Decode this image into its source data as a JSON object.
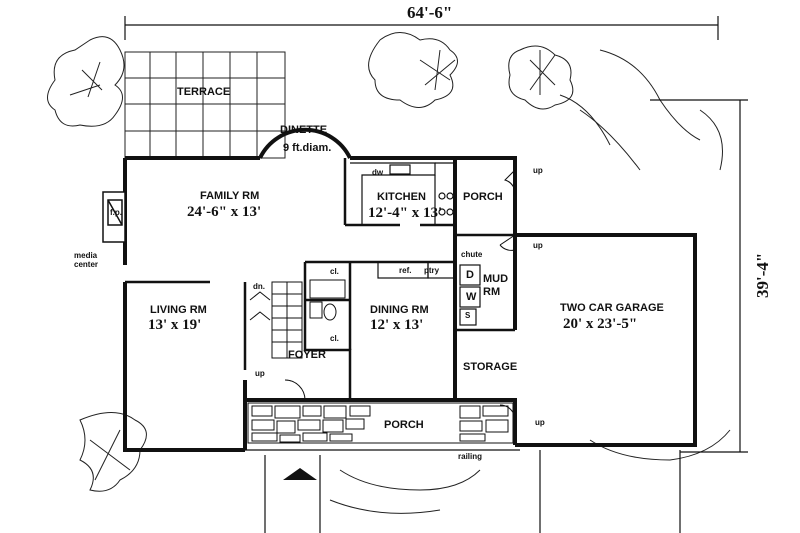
{
  "overall": {
    "width_label": "64'-6\"",
    "depth_label": "39'-4\""
  },
  "rooms": {
    "terrace": "TERRACE",
    "dinette": "DINETTE",
    "dinette_size": "9 ft.diam.",
    "family_rm": "FAMILY RM",
    "family_size": "24'-6\" x 13'",
    "kitchen": "KITCHEN",
    "kitchen_size": "12'-4\" x 13'",
    "porch_upper": "PORCH",
    "living_rm": "LIVING RM",
    "living_size": "13' x 19'",
    "dining_rm": "DINING RM",
    "dining_size": "12' x 13'",
    "foyer": "FOYER",
    "mud_rm": "MUD RM",
    "storage": "STORAGE",
    "garage": "TWO CAR GARAGE",
    "garage_size": "20' x 23'-5\"",
    "porch_front": "PORCH"
  },
  "labels": {
    "fp": "f.p.",
    "media_center": "media center",
    "dw": "dw",
    "cl_upper": "cl.",
    "cl_lower": "cl.",
    "ref": "ref.",
    "ptry": "ptry",
    "chute": "chute",
    "d": "D",
    "w": "W",
    "s": "S",
    "dn": "dn.",
    "up_porch": "up",
    "up_garage": "up",
    "up_foyer": "up",
    "up_front": "up",
    "railing": "railing"
  }
}
